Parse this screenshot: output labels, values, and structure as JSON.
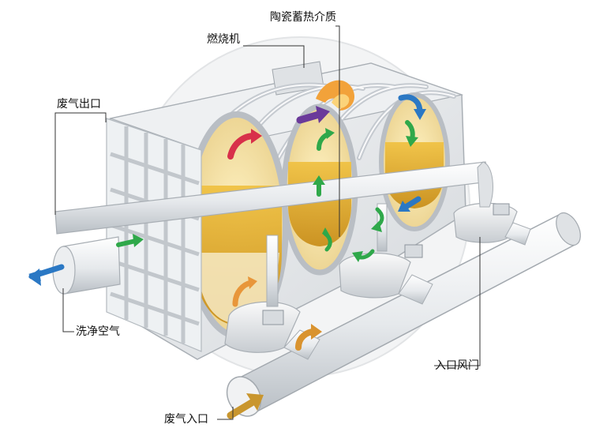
{
  "labels": {
    "ceramic_media": "陶瓷蓄热介质",
    "burner": "燃烧机",
    "exhaust_outlet": "废气出口",
    "clean_air": "洗净空气",
    "inlet_damper": "入口风门",
    "exhaust_inlet": "废气入口"
  },
  "colors": {
    "flow_green": "#2fa84a",
    "flow_orange": "#e8963a",
    "flow_blue": "#2b78c4",
    "flow_purple": "#6a3a9a",
    "flow_red": "#d8304a",
    "media_gold": "#d9a52b",
    "inlet_arrow": "#c9962e"
  }
}
